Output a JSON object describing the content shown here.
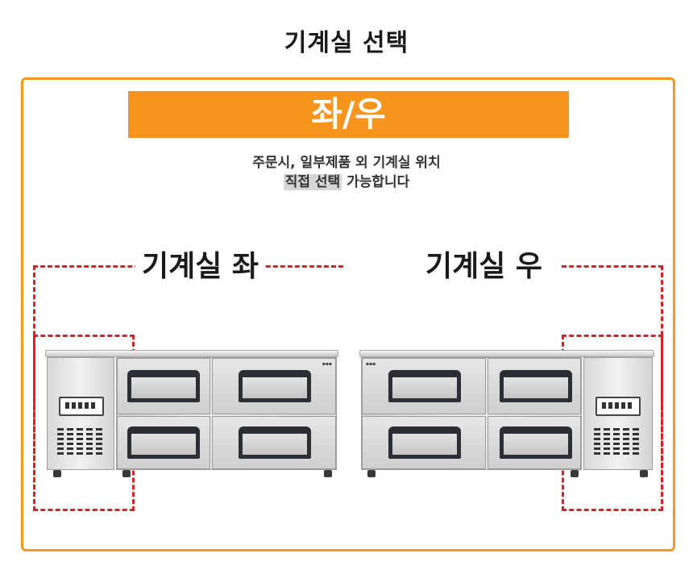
{
  "page": {
    "title": "기계실 선택",
    "banner": "좌/우",
    "description_line1": "주문시, 일부제품 외 기계실 위치",
    "description_highlight": "직접 선택",
    "description_line2_rest": " 가능합니다"
  },
  "options": {
    "left_label": "기계실 좌",
    "right_label": "기계실 우"
  },
  "colors": {
    "accent": "#f7941e",
    "frame_border": "#f39a1e",
    "dashed_marker": "#e02020",
    "highlight_bg": "#d6d6d6"
  }
}
